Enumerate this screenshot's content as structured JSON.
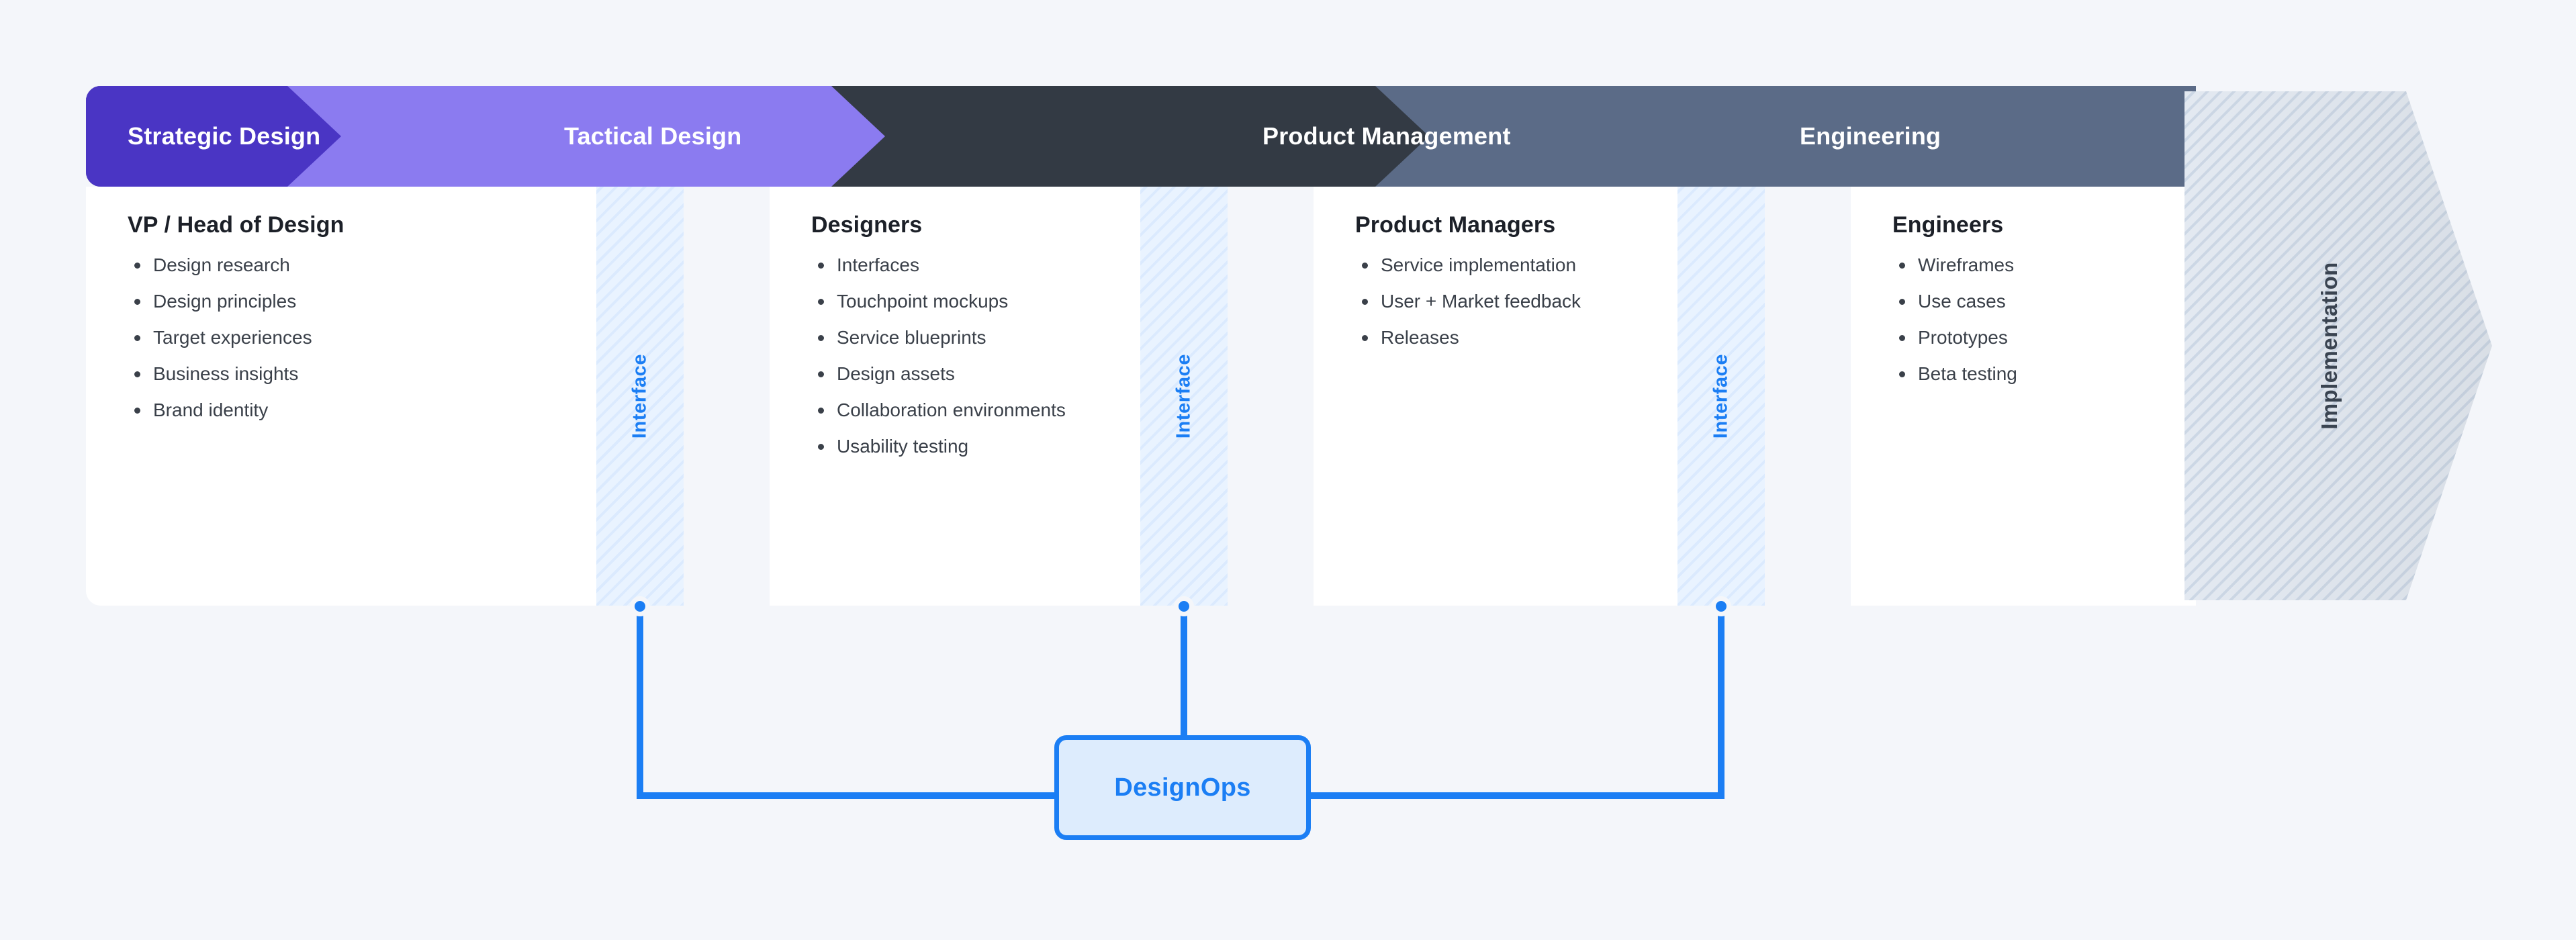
{
  "diagram": {
    "title_visible": false,
    "background_color": "#f4f6fa",
    "accent_color": "#1b7ef4",
    "stages": [
      {
        "id": "strategic-design",
        "header_label": "Strategic Design",
        "header_color": "#4a35c4",
        "role_title": "VP / Head of Design",
        "items": [
          "Design research",
          "Design principles",
          "Target experiences",
          "Business insights",
          "Brand identity"
        ]
      },
      {
        "id": "tactical-design",
        "header_label": "Tactical Design",
        "header_color": "#8b7bf0",
        "role_title": "Designers",
        "items": [
          "Interfaces",
          "Touchpoint mockups",
          "Service blueprints",
          "Design assets",
          "Collaboration environments",
          "Usability testing"
        ]
      },
      {
        "id": "product-management",
        "header_label": "Product Management",
        "header_color": "#333a44",
        "role_title": "Product Managers",
        "items": [
          "Service implementation",
          "User + Market feedback",
          "Releases"
        ]
      },
      {
        "id": "engineering",
        "header_label": "Engineering",
        "header_color": "#5b6b87",
        "role_title": "Engineers",
        "items": [
          "Wireframes",
          "Use cases",
          "Prototypes",
          "Beta testing"
        ]
      }
    ],
    "interfaces": [
      {
        "id": "interface-1",
        "label": "Interface"
      },
      {
        "id": "interface-2",
        "label": "Interface"
      },
      {
        "id": "interface-3",
        "label": "Interface"
      }
    ],
    "implementation": {
      "label": "Implementation",
      "fill_color": "#dde4ed",
      "text_color": "#3a4451"
    },
    "designops": {
      "label": "DesignOps",
      "fill_color": "#ddecfd",
      "border_color": "#1b7ef4",
      "text_color": "#1b7ef4",
      "connects_to": [
        "interface-1",
        "interface-2",
        "interface-3"
      ]
    }
  }
}
